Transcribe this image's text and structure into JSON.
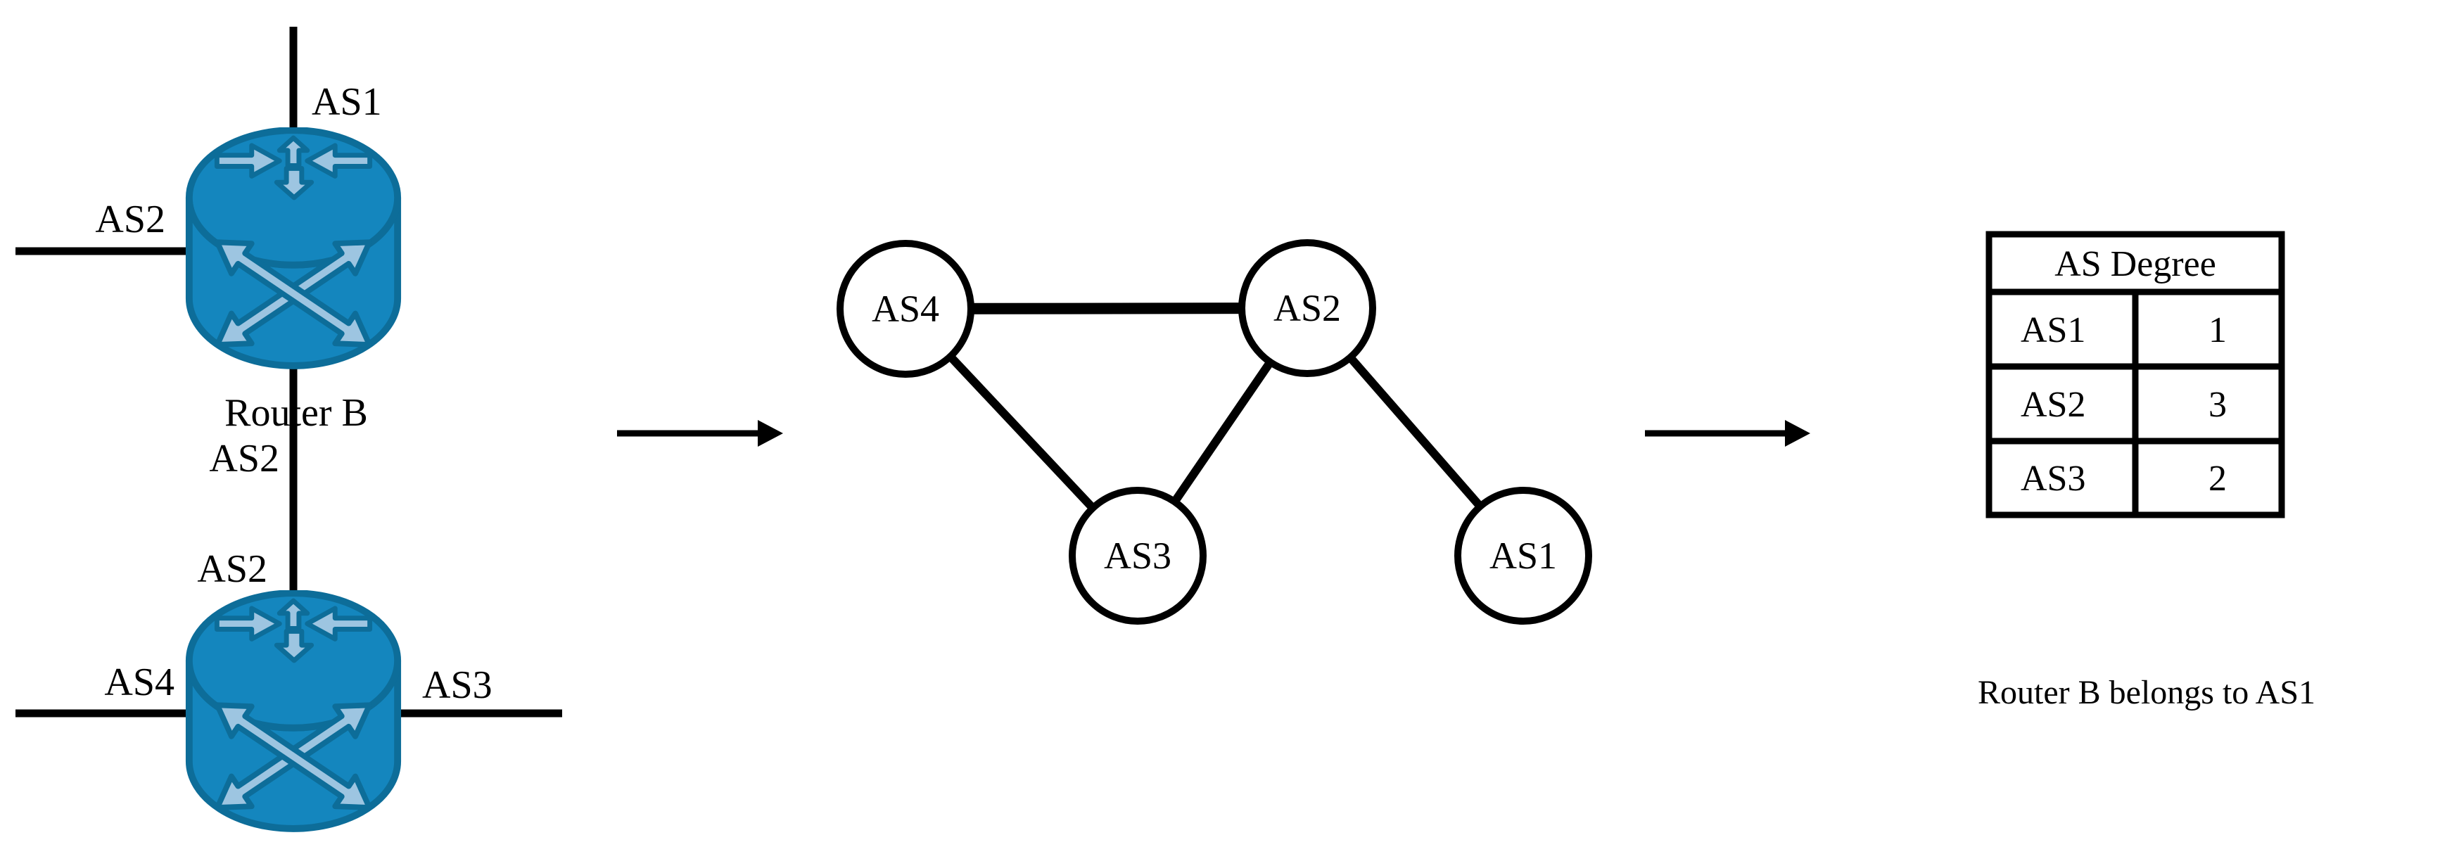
{
  "colors": {
    "router-fill": "#1486BE",
    "router-outline": "#0D6D99",
    "router-arrow": "#9DC5E1",
    "line": "#000000",
    "background": "#FFFFFF"
  },
  "routers": {
    "top_router": {
      "top_link": "AS1",
      "left_link": "AS2",
      "name": "Router B",
      "bottom_link": "AS2"
    },
    "bottom_router": {
      "top_link": "AS2",
      "left_link": "AS4",
      "right_link": "AS3"
    }
  },
  "graph": {
    "nodes": [
      {
        "label": "AS4"
      },
      {
        "label": "AS2"
      },
      {
        "label": "AS3"
      },
      {
        "label": "AS1"
      }
    ],
    "edges": [
      [
        "AS4",
        "AS2"
      ],
      [
        "AS4",
        "AS3"
      ],
      [
        "AS2",
        "AS3"
      ],
      [
        "AS2",
        "AS1"
      ]
    ]
  },
  "table": {
    "title": "AS Degree",
    "rows": [
      {
        "as": "AS1",
        "degree": "1"
      },
      {
        "as": "AS2",
        "degree": "3"
      },
      {
        "as": "AS3",
        "degree": "2"
      }
    ]
  },
  "caption": "Router B belongs to AS1"
}
